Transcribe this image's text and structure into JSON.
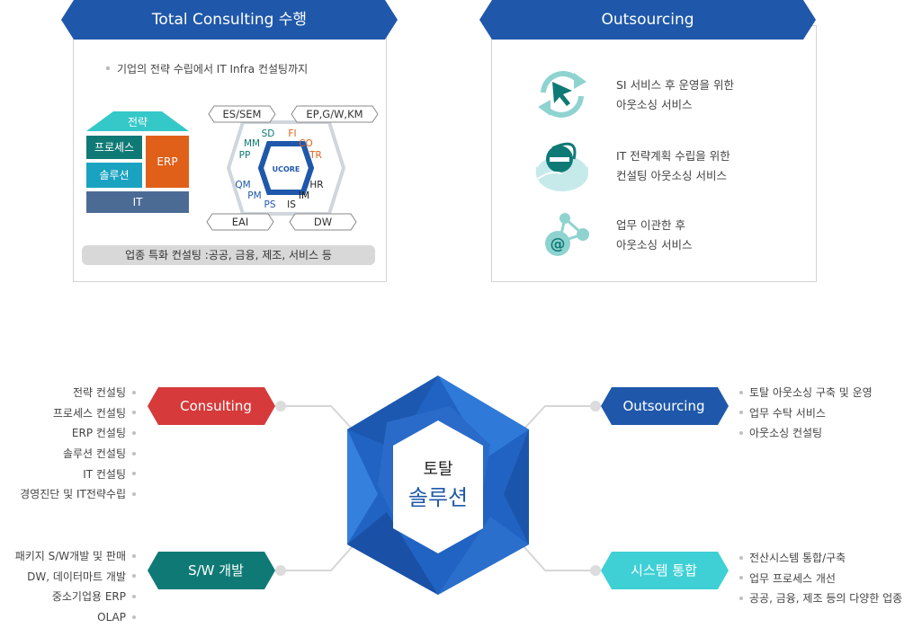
{
  "consulting_panel": {
    "title": "Total Consulting 수행",
    "bullet": "기업의 전략 수립에서 IT Infra 컨설팅까지",
    "blocks": {
      "strategy": "전략",
      "process": "프로세스",
      "solution": "솔루션",
      "erp": "ERP",
      "it": "IT"
    },
    "hex": {
      "top_left": "ES/SEM",
      "top_right": "EP,G/W,KM",
      "bottom_left": "EAI",
      "bottom_right": "DW",
      "center": "UCORE",
      "modules": [
        "SD",
        "FI",
        "MM",
        "CO",
        "PP",
        "TR",
        "QM",
        "HR",
        "PM",
        "IM",
        "PS",
        "IS"
      ]
    },
    "footer": "업종 특화 컨설팅 :공공, 금융, 제조, 서비스 등"
  },
  "outsourcing_panel": {
    "title": "Outsourcing",
    "items": [
      {
        "icon": "refresh-cursor-icon",
        "line1": "SI 서비스 후 운영을 위한",
        "line2": "아웃소싱 서비스"
      },
      {
        "icon": "internet-explorer-icon",
        "line1": "IT 전략계획 수립을 위한",
        "line2": "컨설팅 아웃소싱 서비스"
      },
      {
        "icon": "share-at-icon",
        "line1": "업무 이관한 후",
        "line2": "아웃소싱 서비스"
      }
    ]
  },
  "center": {
    "line1": "토탈",
    "line2": "솔루션"
  },
  "branches": {
    "consulting": {
      "label": "Consulting",
      "color": "#d63a3a",
      "items": [
        "전략 컨설팅",
        "프로세스 컨설팅",
        "ERP 컨설팅",
        "솔루션 컨설팅",
        "IT 컨설팅",
        "경영진단 및 IT전략수립"
      ]
    },
    "outsourcing": {
      "label": "Outsourcing",
      "color": "#1f58aa",
      "items": [
        "토탈 아웃소싱 구축  및 운영",
        "업무 수탁 서비스",
        "아웃소싱 컨설팅"
      ]
    },
    "sw": {
      "label": "S/W 개발",
      "color": "#0f7a75",
      "items": [
        "패키지 S/W개발 및 판매",
        "DW, 데이터마트 개발",
        "중소기업용 ERP",
        "OLAP"
      ]
    },
    "system": {
      "label": "시스템 통합",
      "color": "#3fd0d6",
      "items": [
        "전산시스템 통합/구축",
        "업무 프로세스 개선",
        "공공, 금융, 제조 등의 다양한 업종"
      ]
    }
  },
  "colors": {
    "banner": "#1f58aa",
    "teal": "#0f7a75",
    "cyan_block": "#1aa3c0",
    "erp": "#e0601a",
    "it_block": "#4b6b95",
    "strategy": "#35c8c8"
  }
}
